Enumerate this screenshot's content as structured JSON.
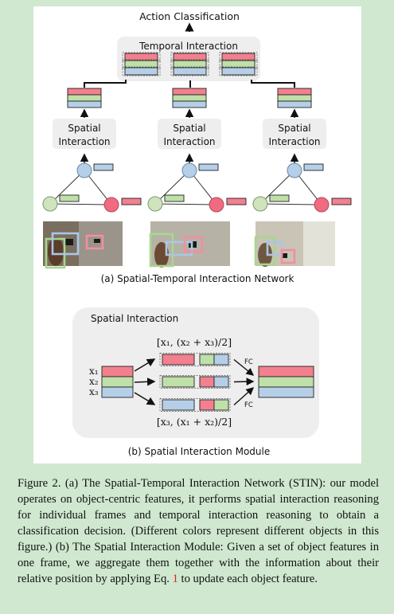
{
  "figure": {
    "action_label": "Action Classification",
    "temporal_label": "Temporal Interaction",
    "spatial_label_line1": "Spatial",
    "spatial_label_line2": "Interaction",
    "subcaption_a": "(a) Spatial-Temporal Interaction Network",
    "module_title": "Spatial Interaction",
    "formula_top": "[x₁, (x₂ + x₃)/2]",
    "formula_bottom": "[x₃, (x₁ + x₂)/2]",
    "fc_label": "FC",
    "input_labels": [
      "x₁",
      "x₂",
      "x₃"
    ],
    "subcaption_b": "(b) Spatial Interaction Module",
    "colors": {
      "red": "#f2808f",
      "green": "#bfe0a8",
      "blue": "#b6cfe8",
      "node_blue": "#b6cfe8",
      "node_green": "#cfe3bd",
      "node_red": "#f06a80",
      "panel_gray": "#eeeeee"
    }
  },
  "caption": {
    "text_before_ref": "Figure 2. (a) The Spatial-Temporal Interaction Network (STIN): our model operates on object-centric features, it performs spatial interaction reasoning for individual frames and temporal interaction reasoning to obtain a classification decision. (Different colors represent different objects in this figure.) (b) The Spatial Interaction Module: Given a set of object features in one frame, we aggregate them together with the information about their relative position by applying Eq.",
    "ref": "1",
    "text_after_ref": "to update each object feature."
  }
}
